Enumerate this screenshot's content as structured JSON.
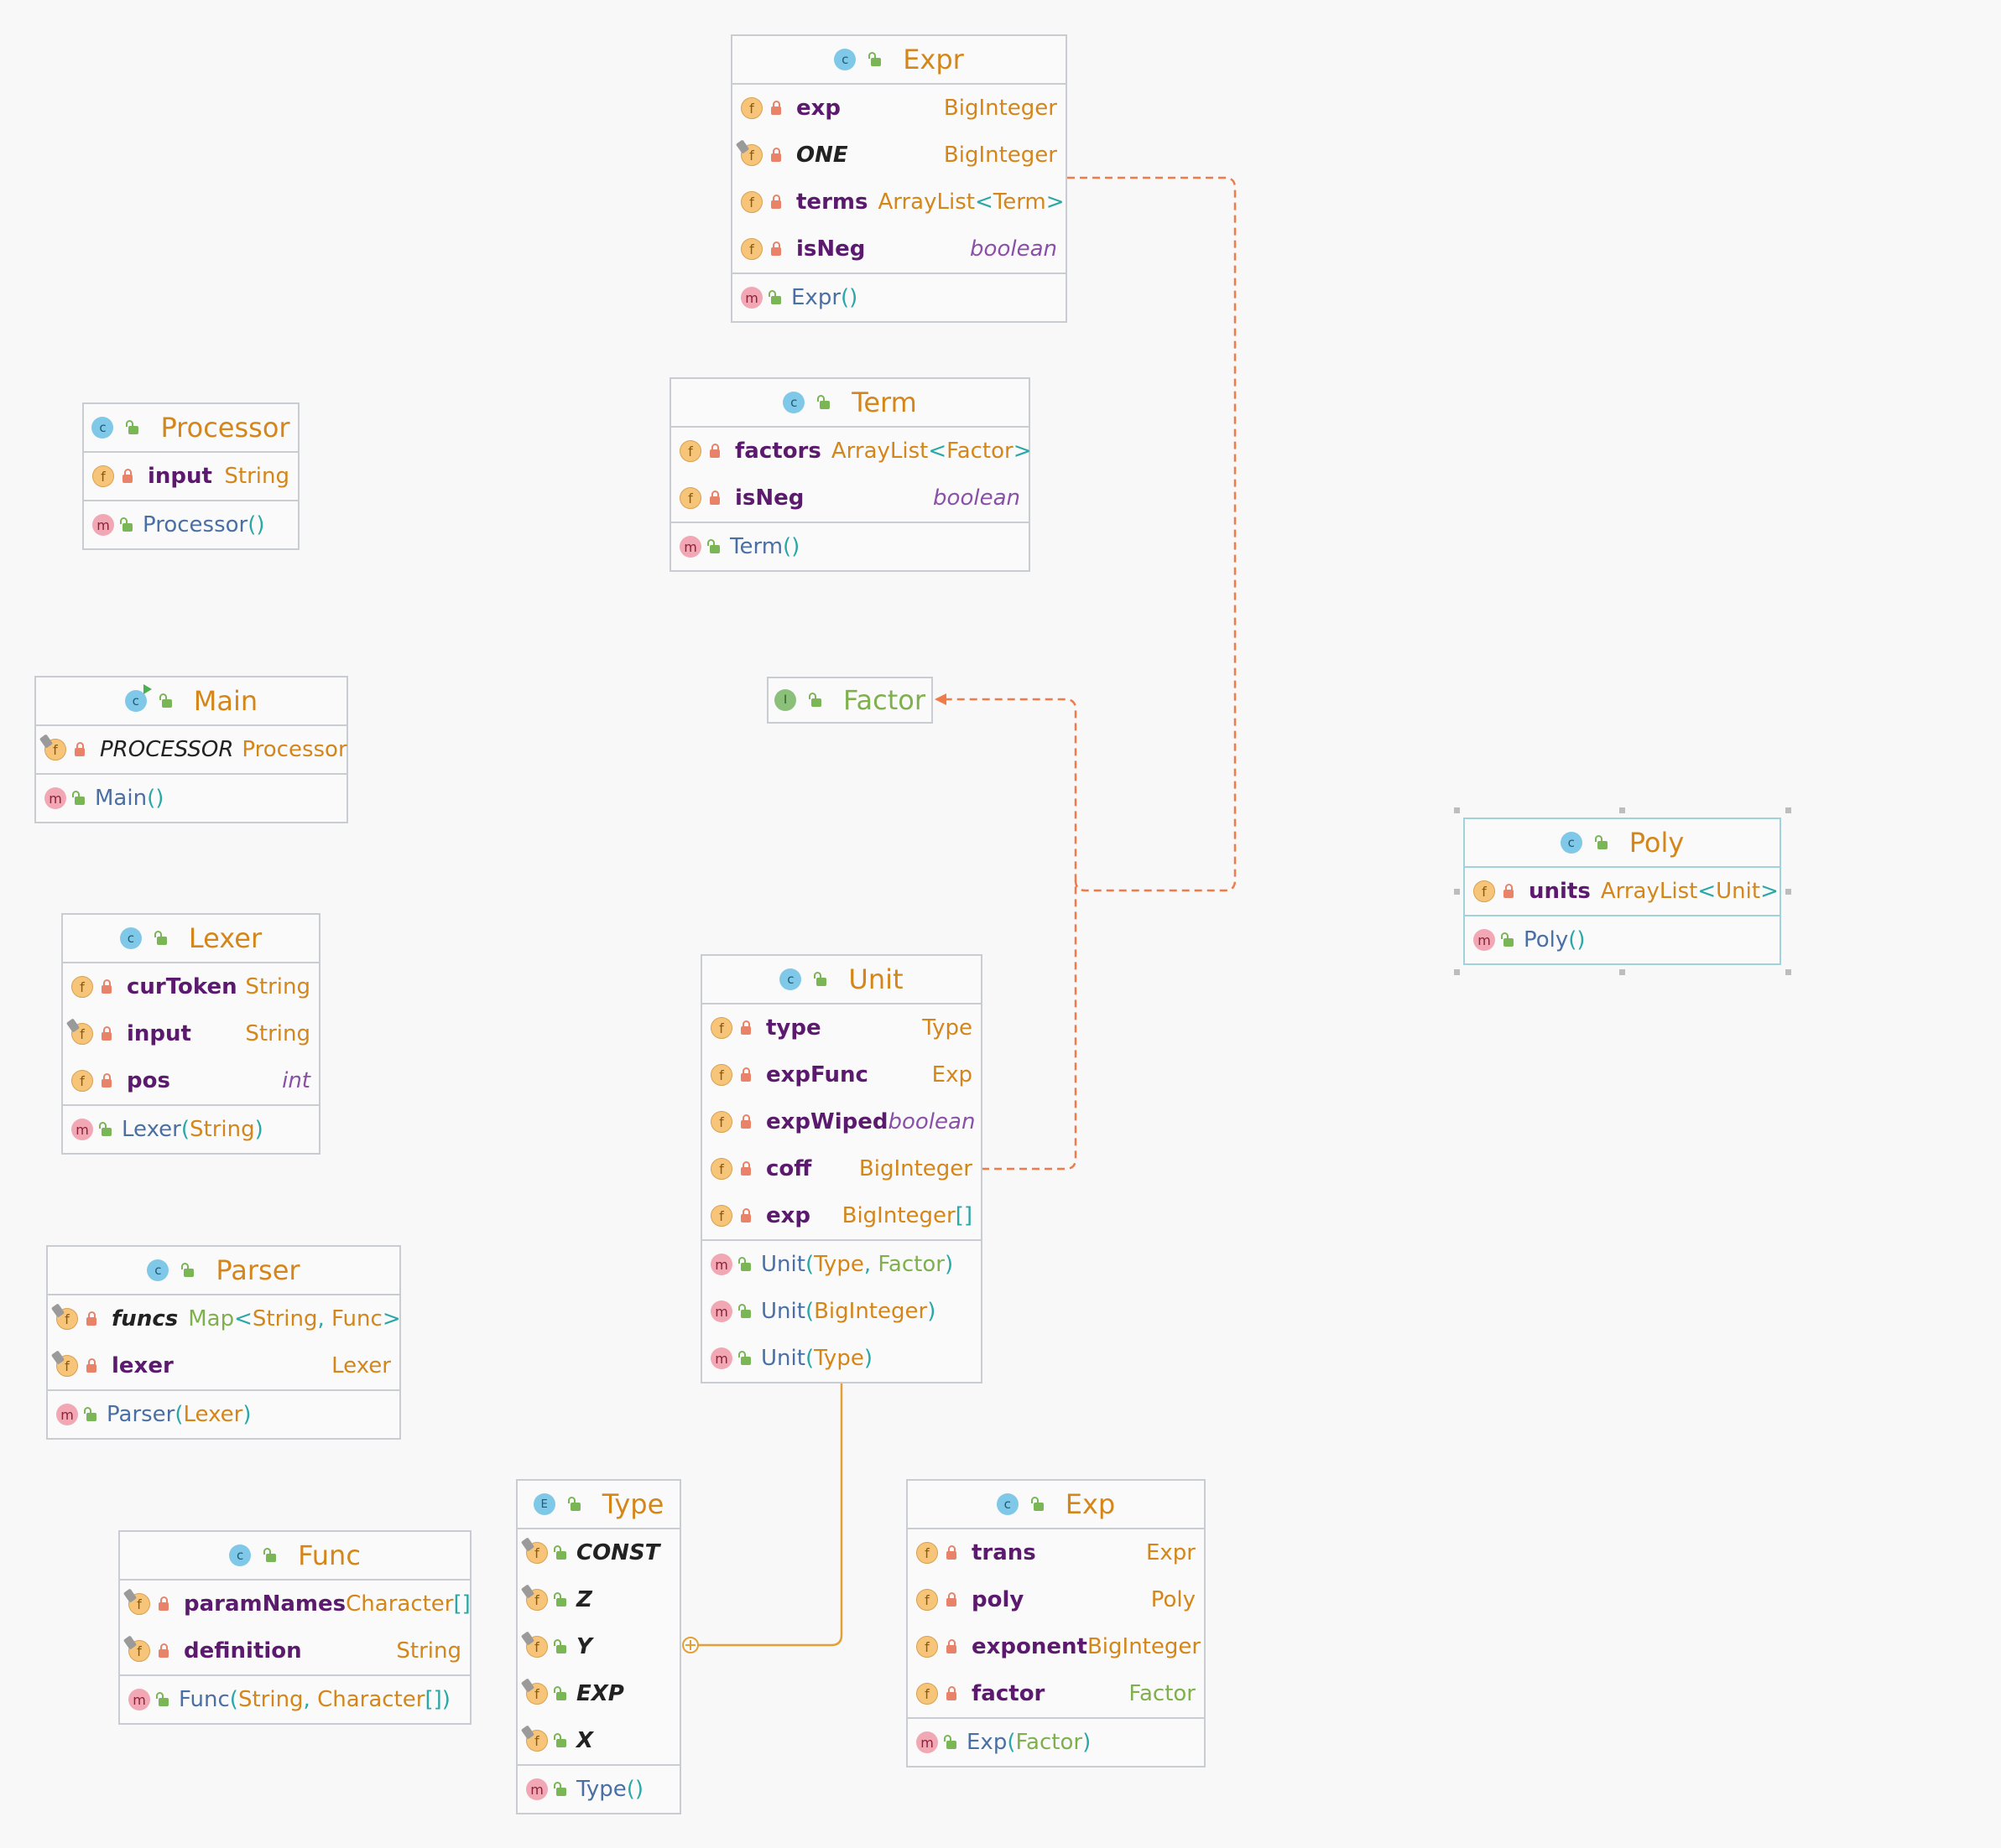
{
  "diagram": {
    "classes": {
      "expr": {
        "title": "Expr",
        "fields": [
          {
            "name": "exp",
            "type": "BigInteger"
          },
          {
            "name": "ONE",
            "type": "BigInteger"
          },
          {
            "name": "terms",
            "type": "ArrayList",
            "param": "Term"
          },
          {
            "name": "isNeg",
            "type": "boolean"
          }
        ],
        "method": "Expr"
      },
      "term": {
        "title": "Term",
        "fields": [
          {
            "name": "factors",
            "type": "ArrayList",
            "param": "Factor"
          },
          {
            "name": "isNeg",
            "type": "boolean"
          }
        ],
        "method": "Term"
      },
      "processor": {
        "title": "Processor",
        "fields": [
          {
            "name": "input",
            "type": "String"
          }
        ],
        "method": "Processor"
      },
      "main": {
        "title": "Main",
        "fields": [
          {
            "name": "PROCESSOR",
            "type": "Processor"
          }
        ],
        "method": "Main"
      },
      "factor": {
        "title": "Factor"
      },
      "poly": {
        "title": "Poly",
        "fields": [
          {
            "name": "units",
            "type": "ArrayList",
            "param": "Unit"
          }
        ],
        "method": "Poly"
      },
      "lexer": {
        "title": "Lexer",
        "fields": [
          {
            "name": "curToken",
            "type": "String"
          },
          {
            "name": "input",
            "type": "String"
          },
          {
            "name": "pos",
            "type": "int"
          }
        ],
        "method": "Lexer",
        "method_params": [
          "String"
        ]
      },
      "unit": {
        "title": "Unit",
        "fields": [
          {
            "name": "type",
            "type": "Type"
          },
          {
            "name": "expFunc",
            "type": "Exp"
          },
          {
            "name": "expWiped",
            "type": "boolean"
          },
          {
            "name": "coff",
            "type": "BigInteger"
          },
          {
            "name": "exp",
            "type": "BigInteger",
            "suffix": "[]"
          }
        ],
        "methods": [
          {
            "name": "Unit",
            "params": [
              "Type",
              "Factor"
            ]
          },
          {
            "name": "Unit",
            "params": [
              "BigInteger"
            ]
          },
          {
            "name": "Unit",
            "params": [
              "Type"
            ]
          }
        ]
      },
      "parser": {
        "title": "Parser",
        "fields": [
          {
            "name": "funcs",
            "type": "Map",
            "params": [
              "String",
              "Func"
            ]
          },
          {
            "name": "lexer",
            "type": "Lexer"
          }
        ],
        "method": "Parser",
        "method_params": [
          "Lexer"
        ]
      },
      "func": {
        "title": "Func",
        "fields": [
          {
            "name": "paramNames",
            "type": "Character",
            "suffix": "[]"
          },
          {
            "name": "definition",
            "type": "String"
          }
        ],
        "method": "Func",
        "method_params": [
          "String",
          "Character"
        ],
        "method_suffix": "[]"
      },
      "type": {
        "title": "Type",
        "constants": [
          "CONST",
          "Z",
          "Y",
          "EXP",
          "X"
        ],
        "method": "Type"
      },
      "exp": {
        "title": "Exp",
        "fields": [
          {
            "name": "trans",
            "type": "Expr"
          },
          {
            "name": "poly",
            "type": "Poly"
          },
          {
            "name": "exponent",
            "type": "BigInteger"
          },
          {
            "name": "factor",
            "type": "Factor"
          }
        ],
        "method": "Exp",
        "method_params": [
          "Factor"
        ]
      }
    },
    "badges": {
      "class": "c",
      "field": "f",
      "method": "m",
      "enum": "E",
      "interface": "I"
    },
    "colors": {
      "background": "#f8f8f8",
      "border": "#c9cdd2",
      "selected_border": "#9fd3d9",
      "class_name": "#d4861a",
      "interface_name": "#7fb04d",
      "field_name": "#5b1a6e",
      "type_name": "#d4861a",
      "primitive_type": "#8a4fa8",
      "method_name": "#4a6fa5",
      "punctuation": "#2aa7a7",
      "realization_edge": "#f07b4a",
      "nested_edge": "#e3a038"
    },
    "icons": [
      "class-icon",
      "field-icon",
      "method-icon",
      "enum-icon",
      "interface-icon",
      "lock-icon",
      "unlock-icon"
    ]
  }
}
